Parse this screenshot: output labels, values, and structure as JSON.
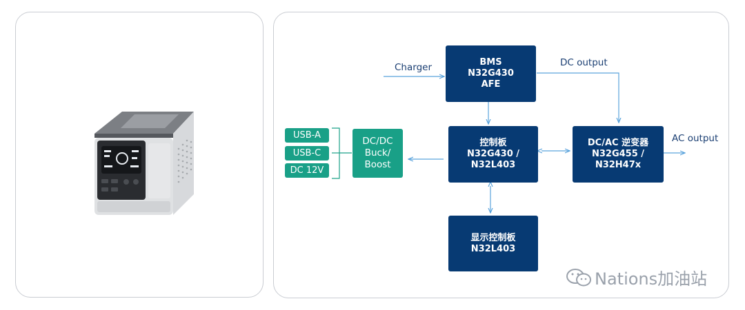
{
  "diagram": {
    "bms": "BMS\nN32G430\nAFE",
    "control": "控制板\nN32G430 /\nN32L403",
    "inverter": "DC/AC 逆变器\nN32G455 /\nN32H47x",
    "display": "显示控制板\nN32L403",
    "dcdc": "DC/DC\nBuck/\nBoost",
    "usb_a": "USB-A",
    "usb_c": "USB-C",
    "dc12v": "DC 12V",
    "charger": "Charger",
    "dc_output": "DC output",
    "ac_output": "AC output"
  },
  "watermark": {
    "text": "Nations加油站"
  },
  "colors": {
    "navy": "#073a73",
    "teal": "#19a087",
    "line": "#5aa3dc",
    "text": "#1a3e72"
  },
  "icons": {
    "product": "portable-power-station",
    "watermark": "wechat-icon"
  }
}
